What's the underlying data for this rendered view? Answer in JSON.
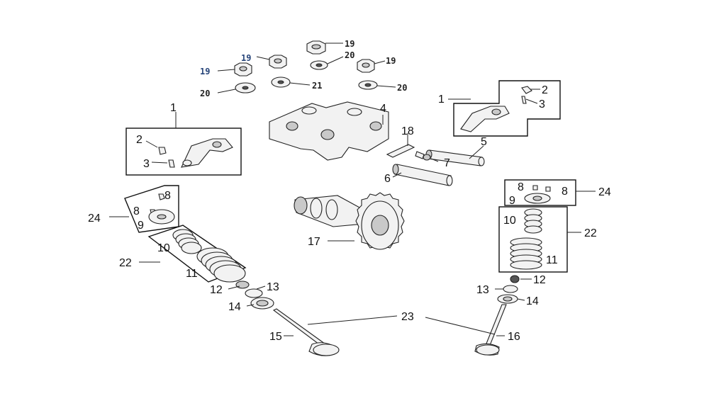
{
  "labels": {
    "l1_left": "1",
    "l2_left": "2",
    "l3_left": "3",
    "l1_right": "1",
    "l2_right": "2",
    "l3_right": "3",
    "l4": "4",
    "l5": "5",
    "l6": "6",
    "l7": "7",
    "l8_la": "8",
    "l8_lb": "8",
    "l9_left": "9",
    "l8_ra": "8",
    "l8_rb": "8",
    "l9_right": "9",
    "l10_left": "10",
    "l11_left": "11",
    "l10_right": "10",
    "l11_right": "11",
    "l12_left": "12",
    "l13_left": "13",
    "l14_left": "14",
    "l12_right": "12",
    "l13_right": "13",
    "l14_right": "14",
    "l15": "15",
    "l16": "16",
    "l17": "17",
    "l18": "18",
    "l19_a": "19",
    "l19_b": "19",
    "l19_c": "19",
    "l19_d": "19",
    "l20_a": "20",
    "l20_b": "20",
    "l20_c": "20",
    "l21": "21",
    "l22_left": "22",
    "l22_right": "22",
    "l23": "23",
    "l24_left": "24",
    "l24_right": "24"
  }
}
